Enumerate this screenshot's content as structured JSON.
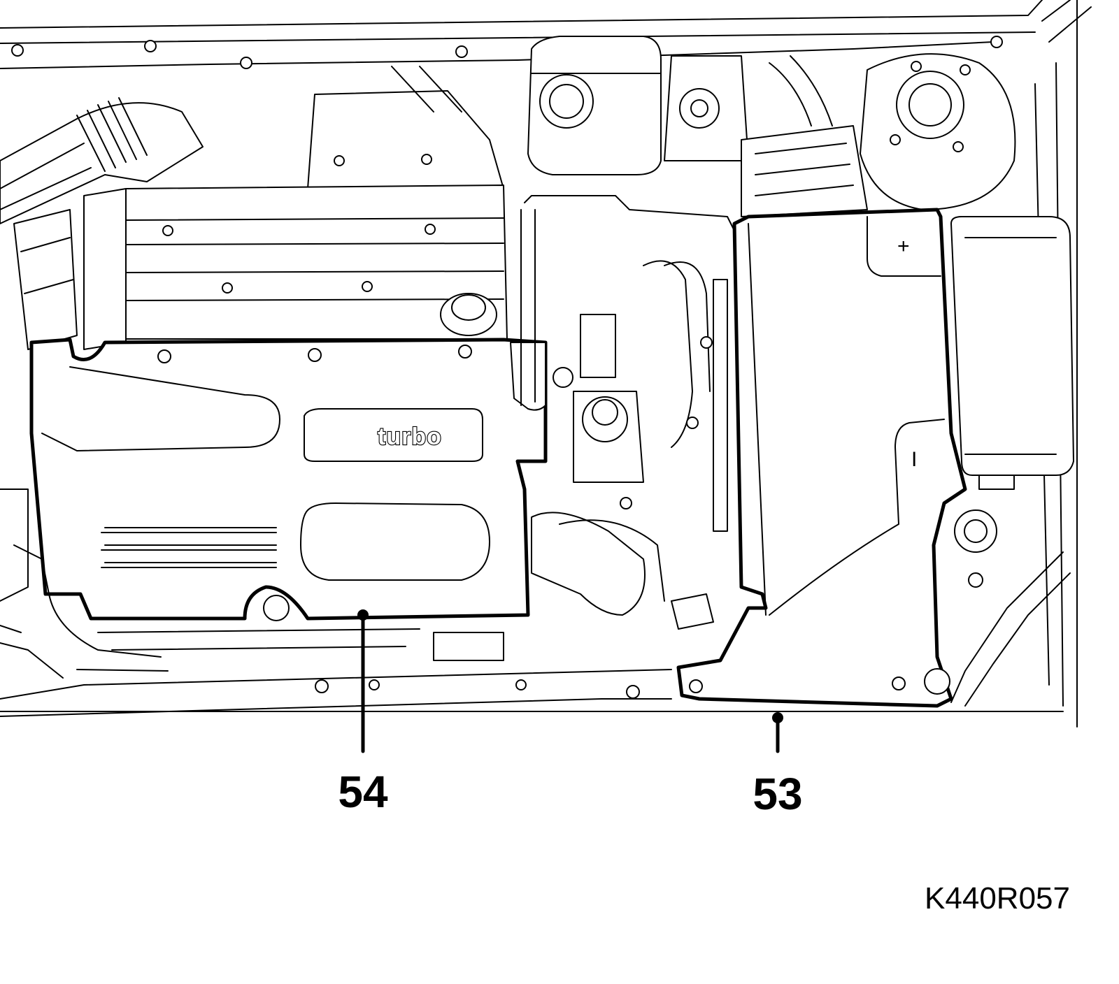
{
  "figure": {
    "reference_code": "K440R057",
    "cover_logo_text": "turbo",
    "battery_plus_symbol": "+",
    "battery_minus_symbol": "I"
  },
  "callouts": [
    {
      "id": "54",
      "label": "54",
      "points_to": "engine-cover"
    },
    {
      "id": "53",
      "label": "53",
      "points_to": "battery-cover"
    }
  ]
}
